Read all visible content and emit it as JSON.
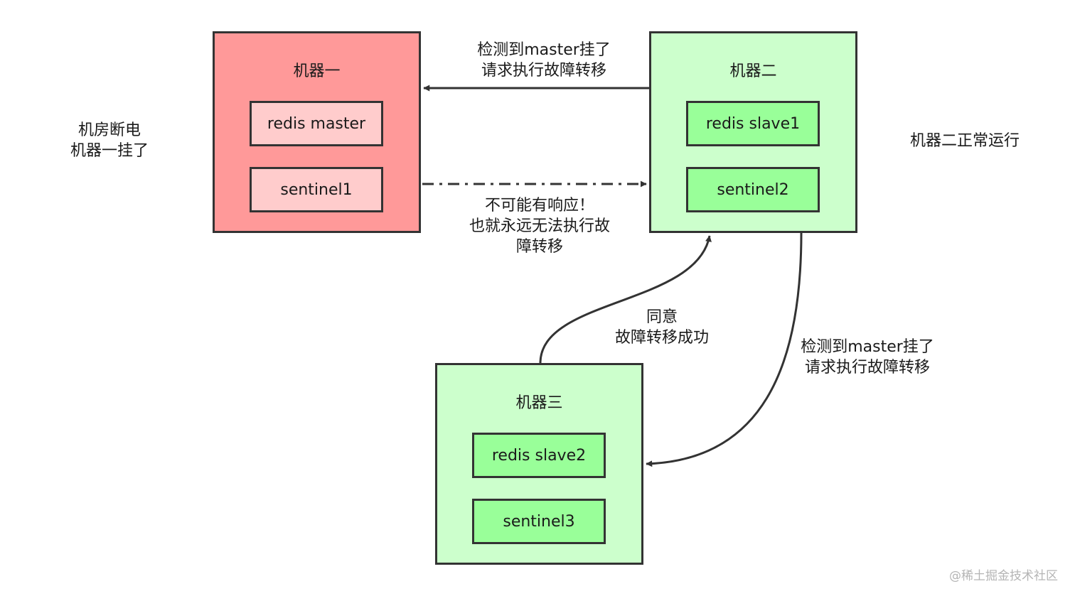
{
  "machine1": {
    "title": "机器一",
    "boxes": [
      "redis master",
      "sentinel1"
    ],
    "fill": "#ff9999",
    "inner_fill": "#ffcccc"
  },
  "machine2": {
    "title": "机器二",
    "boxes": [
      "redis slave1",
      "sentinel2"
    ],
    "fill": "#ccffcc",
    "inner_fill": "#99ff99"
  },
  "machine3": {
    "title": "机器三",
    "boxes": [
      "redis slave2",
      "sentinel3"
    ],
    "fill": "#ccffcc",
    "inner_fill": "#99ff99"
  },
  "notes": {
    "power_outage": [
      "机房断电",
      "机器一挂了"
    ],
    "m2_running": [
      "机器二正常运行"
    ],
    "m2_to_m1": [
      "检测到master挂了",
      "请求执行故障转移"
    ],
    "no_response": [
      "不可能有响应！",
      "也就永远无法执行故",
      "障转移"
    ],
    "agree": [
      "同意",
      "故障转移成功"
    ],
    "m2_to_m3": [
      "检测到master挂了",
      "请求执行故障转移"
    ]
  },
  "watermark": "@稀土掘金技术社区",
  "colors": {
    "stroke": "#333333",
    "red_fill": "#ff9999",
    "green_fill": "#ccffcc"
  }
}
